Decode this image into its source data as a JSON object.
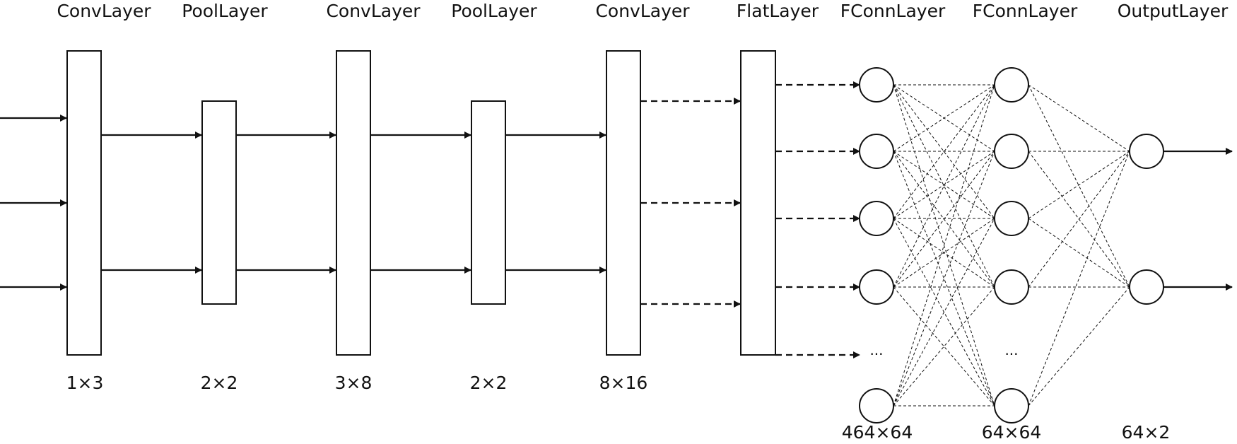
{
  "layers": [
    {
      "title": "ConvLayer",
      "size": "1×3"
    },
    {
      "title": "PoolLayer",
      "size": "2×2"
    },
    {
      "title": "ConvLayer",
      "size": "3×8"
    },
    {
      "title": "PoolLayer",
      "size": "2×2"
    },
    {
      "title": "ConvLayer",
      "size": "8×16"
    },
    {
      "title": "FlatLayer",
      "size": ""
    },
    {
      "title": "FConnLayer",
      "size": "464×64"
    },
    {
      "title": "FConnLayer",
      "size": "64×64"
    },
    {
      "title": "OutputLayer",
      "size": "64×2"
    }
  ],
  "ellipsis": "..."
}
